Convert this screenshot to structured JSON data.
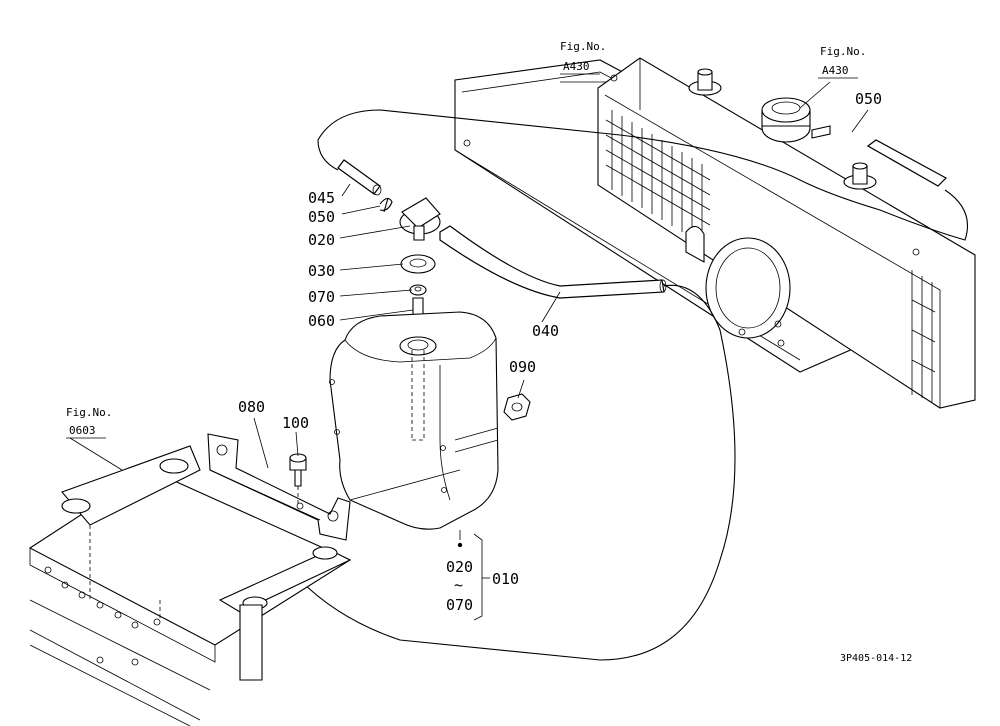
{
  "figure_refs": {
    "fig_no_label": "Fig.No.",
    "ref_a430_left": "A430",
    "ref_a430_right": "A430",
    "ref_0603": "0603"
  },
  "parts": {
    "p010": "010",
    "p020_top": "020",
    "p020_range": "020",
    "p030": "030",
    "p040": "040",
    "p045": "045",
    "p050_left": "050",
    "p050_right": "050",
    "p060": "060",
    "p070": "070",
    "p070_range": "070",
    "p080": "080",
    "p090": "090",
    "p100": "100",
    "range_tilde": "~"
  },
  "drawing_code": "3P405-014-12"
}
